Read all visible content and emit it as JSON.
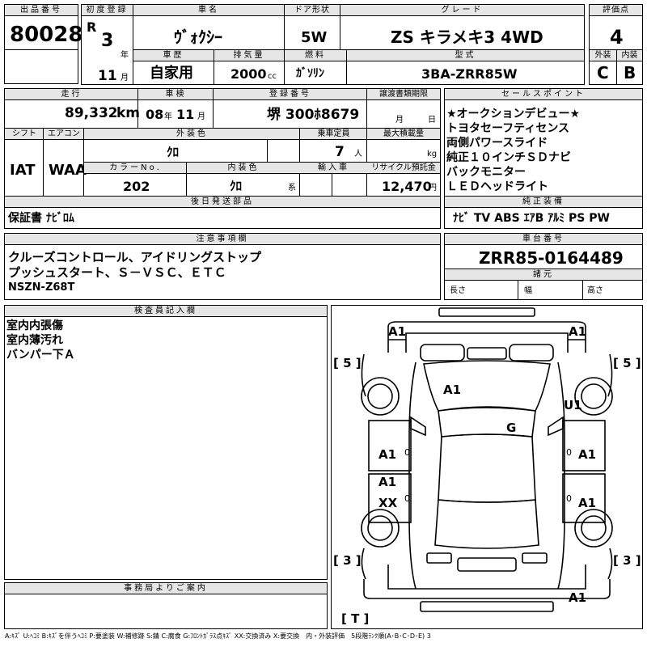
{
  "lot": {
    "label": "出品番号",
    "value": "80028"
  },
  "first_reg": {
    "label": "初度登録",
    "era": "R",
    "year": "3",
    "year_unit": "年",
    "month": "11",
    "month_unit": "月"
  },
  "car_name": {
    "label": "車名",
    "value": "ｳﾞｫｸｼｰ"
  },
  "door": {
    "label": "ドア形状",
    "value": "5W"
  },
  "grade": {
    "label": "グレード",
    "value": "ZS キラメキ3 4WD"
  },
  "score": {
    "label": "評価点",
    "value": "4"
  },
  "history": {
    "label": "車歴",
    "value": "自家用"
  },
  "displacement": {
    "label": "排気量",
    "value": "2000",
    "unit": "cc"
  },
  "fuel": {
    "label": "燃料",
    "value": "ｶﾞｿﾘﾝ"
  },
  "model": {
    "label": "型式",
    "value": "3BA-ZRR85W"
  },
  "exterior_grade": {
    "label": "外装",
    "value": "C"
  },
  "interior_grade": {
    "label": "内装",
    "value": "B"
  },
  "mileage": {
    "label": "走行",
    "value": "89,332",
    "unit": "km"
  },
  "inspection": {
    "label": "車検",
    "year": "08",
    "year_unit": "年",
    "month": "11",
    "month_unit": "月"
  },
  "registration": {
    "label": "登録番号",
    "value": "堺 300ﾎ8679"
  },
  "transfer": {
    "label": "譲渡書類期限",
    "month_unit": "月",
    "day_unit": "日"
  },
  "sales_points": {
    "label": "セールスポイント",
    "items": [
      "★オークションデビュー★",
      "トヨタセーフティセンス",
      "両側パワースライド",
      "純正１０インチＳＤナビ",
      "バックモニター",
      "ＬＥＤヘッドライト"
    ]
  },
  "shift": {
    "label": "シフト",
    "value": "IAT"
  },
  "aircon": {
    "label": "エアコン",
    "value": "WAA"
  },
  "ext_color": {
    "label": "外装色",
    "value": "ｸﾛ"
  },
  "capacity": {
    "label": "乗車定員",
    "value": "7",
    "unit": "人"
  },
  "max_load": {
    "label": "最大積載量",
    "unit": "kg"
  },
  "color_no": {
    "label": "カラーNo.",
    "value": "202"
  },
  "int_color": {
    "label": "内装色",
    "value": "ｸﾛ",
    "unit": "系"
  },
  "import": {
    "label": "輸入車"
  },
  "recycle": {
    "label": "リサイクル預託金",
    "value": "12,470",
    "unit": "円"
  },
  "later_parts": {
    "label": "後日発送部品",
    "value": "保証書 ﾅﾋﾞﾛﾑ"
  },
  "genuine": {
    "label": "純正装備",
    "value": "ﾅﾋﾞ TV ABS ｴｱB ｱﾙﾐ PS PW"
  },
  "notes": {
    "label": "注意事項欄",
    "lines": [
      "クルーズコントロール、アイドリングストップ",
      "プッシュスタート、Ｓ－ＶＳＣ、ＥＴＣ",
      "NSZN-Z68T"
    ]
  },
  "chassis": {
    "label": "車台番号",
    "value": "ZRR85-0164489"
  },
  "specs": {
    "label": "諸元",
    "length": "長さ",
    "width": "幅",
    "height": "高さ"
  },
  "inspector": {
    "label": "検査員記入欄",
    "lines": [
      "室内内張傷",
      "室内薄汚れ",
      "バンパー下Ａ"
    ]
  },
  "office": {
    "label": "事務局よりご案内"
  },
  "legend": "A:ｷｽﾞ U:ﾍｺﾐ B:ｷｽﾞを伴うﾍｺﾐ P:要塗装 W:補修跡 S:錆 C:腐食 G:ﾌﾛﾝﾄｶﾞﾗｽ点ｷｽﾞ XX:交換済み X:要交換　内・外装評価　5段階ﾗﾝｸ順(A･B･C･D･E) 3",
  "diagram": {
    "marks": {
      "front_left": "A1",
      "front_right": "A1",
      "hood": "A1",
      "right_fender": "U1",
      "windshield": "G",
      "left_front_door": "A1",
      "right_front_door": "A1",
      "left_rear_door": "A1",
      "left_rear_door_2": "XX",
      "right_rear_door": "A1",
      "rear": "A1"
    },
    "tires": {
      "fl": "5",
      "fr": "5",
      "rl": "3",
      "rr": "3",
      "spare": "T"
    },
    "zero": "0"
  }
}
